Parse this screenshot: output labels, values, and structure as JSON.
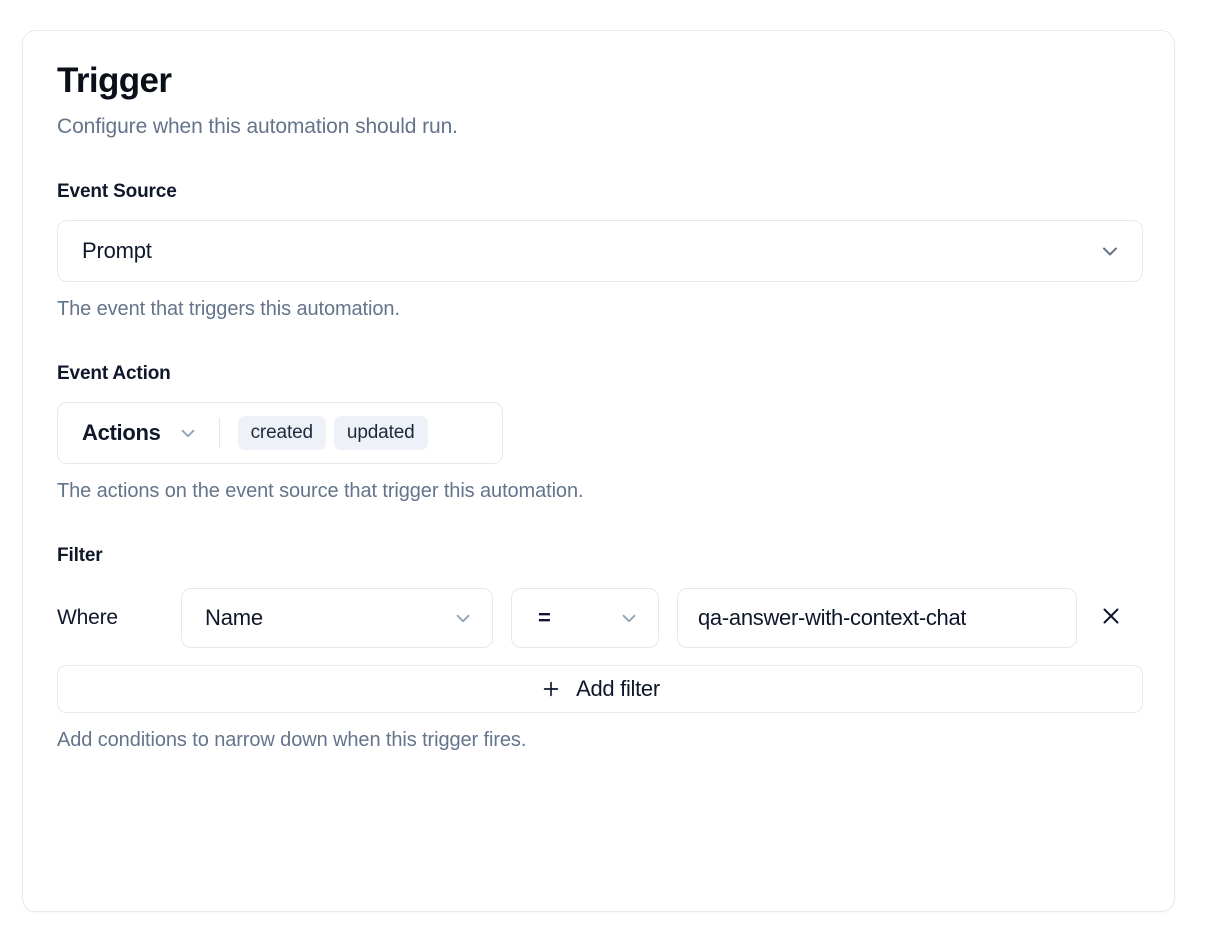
{
  "card": {
    "title": "Trigger",
    "subtitle": "Configure when this automation should run."
  },
  "event_source": {
    "label": "Event Source",
    "value": "Prompt",
    "help": "The event that triggers this automation.",
    "chevron_icon": "chevron-down-icon"
  },
  "event_action": {
    "label": "Event Action",
    "trigger_label": "Actions",
    "selected": [
      "created",
      "updated"
    ],
    "help": "The actions on the event source that trigger this automation.",
    "chevron_icon": "chevron-down-icon"
  },
  "filter": {
    "label": "Filter",
    "where_label": "Where",
    "field_value": "Name",
    "operator_value": "=",
    "value": "qa-answer-with-context-chat",
    "remove_icon": "close-icon",
    "add_label": "Add filter",
    "add_icon": "plus-icon",
    "help": "Add conditions to narrow down when this trigger fires."
  },
  "colors": {
    "text_primary": "#0f172a",
    "text_muted": "#64748b",
    "border": "#e6e8ef",
    "pill_bg": "#eef1f7",
    "surface": "#ffffff"
  }
}
